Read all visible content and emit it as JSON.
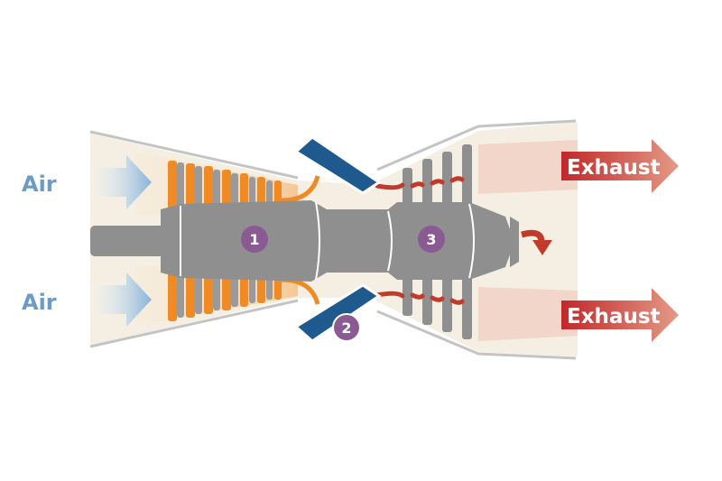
{
  "labels": {
    "air_top": "Air",
    "air_bottom": "Air",
    "exhaust_top": "Exhaust",
    "exhaust_bottom": "Exhaust"
  },
  "markers": [
    {
      "number": "1",
      "section": "compressor"
    },
    {
      "number": "2",
      "section": "combustion-fuel-inlet"
    },
    {
      "number": "3",
      "section": "turbine"
    }
  ],
  "colors": {
    "air_text": "#6b9cc8",
    "air_arrow": "#8ab6dc",
    "compressor_flow": "#f08a24",
    "hot_flow": "#c23a2a",
    "exhaust_box": "#c8302a",
    "shaft": "#8f8f8f",
    "fuel_injector": "#1f5a8f",
    "marker": "#8a5a92",
    "casing": "#f3ece0",
    "casing_edge": "#c9c9c9"
  }
}
